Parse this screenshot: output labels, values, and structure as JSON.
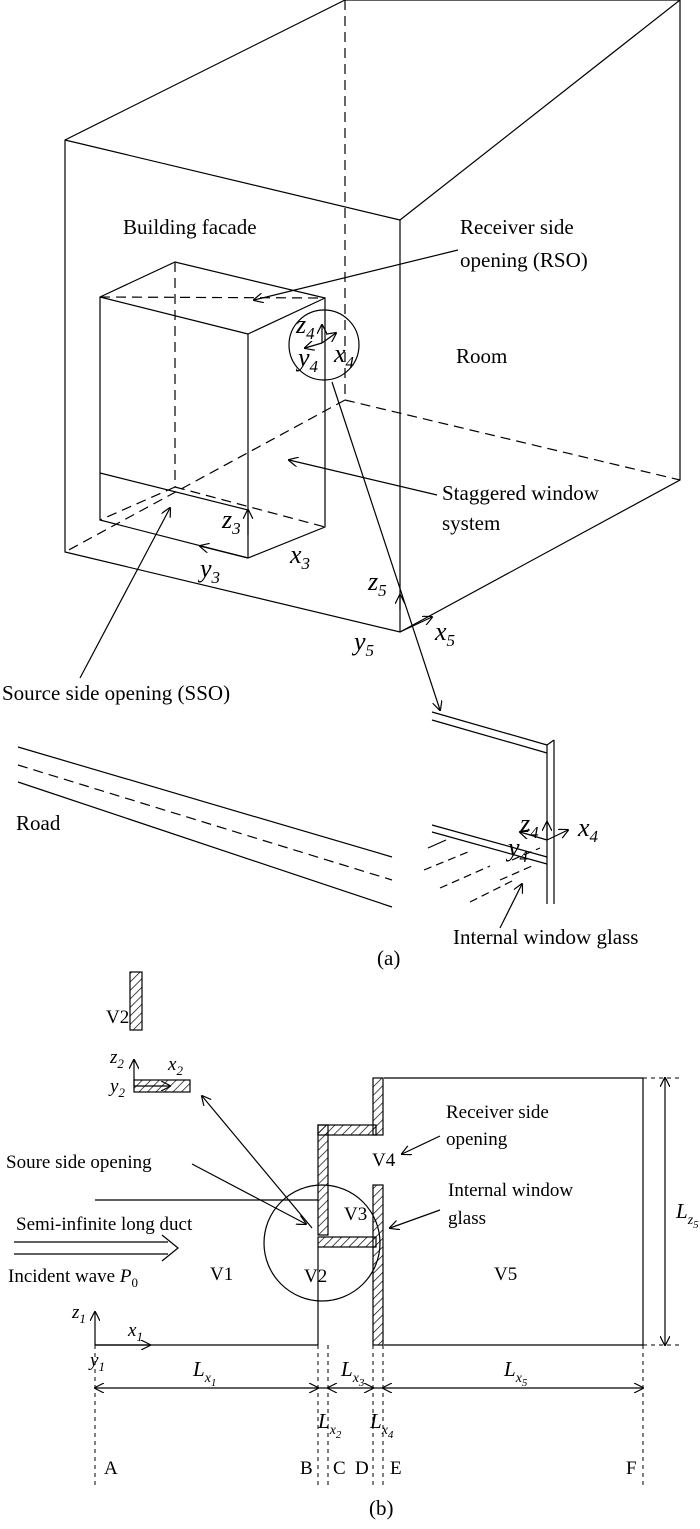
{
  "panel_a": {
    "building_facade": "Building facade",
    "receiver_opening_line1": "Receiver side",
    "receiver_opening_line2": "opening (RSO)",
    "room": "Room",
    "staggered_line1": "Staggered window",
    "staggered_line2": "system",
    "source_opening": "Source side opening (SSO)",
    "road": "Road",
    "internal_glass": "Internal window glass",
    "caption": "(a)",
    "axes": {
      "z3": "z",
      "z3_sub": "3",
      "y3": "y",
      "y3_sub": "3",
      "x3": "x",
      "x3_sub": "3",
      "z4": "z",
      "z4_sub": "4",
      "x4": "x",
      "x4_sub": "4",
      "y4": "y",
      "y4_sub": "4",
      "z5": "z",
      "z5_sub": "5",
      "y5": "y",
      "y5_sub": "5",
      "x5": "x",
      "x5_sub": "5"
    }
  },
  "panel_b": {
    "v2_small": "V2",
    "z2": "z",
    "z2_sub": "2",
    "x2": "x",
    "x2_sub": "2",
    "y2": "y",
    "y2_sub": "2",
    "receiver_line1": "Receiver side",
    "receiver_line2": "opening",
    "source_opening": "Soure side opening",
    "internal_line1": "Internal window",
    "internal_line2": "glass",
    "duct": "Semi-infinite long duct",
    "incident": "Incident wave",
    "p0": "P",
    "p0_sub": "0",
    "v1": "V1",
    "v2": "V2",
    "v3": "V3",
    "v4": "V4",
    "v5": "V5",
    "z1": "z",
    "z1_sub": "1",
    "x1": "x",
    "x1_sub": "1",
    "y1": "y",
    "y1_sub": "1",
    "lx1": "L",
    "lx1_sub": "x",
    "lx1_subsub": "1",
    "lx2": "L",
    "lx2_sub": "x",
    "lx2_subsub": "2",
    "lx3": "L",
    "lx3_sub": "x",
    "lx3_subsub": "3",
    "lx4": "L",
    "lx4_sub": "x",
    "lx4_subsub": "4",
    "lx5": "L",
    "lx5_sub": "x",
    "lx5_subsub": "5",
    "lz5": "L",
    "lz5_sub": "z",
    "lz5_subsub": "5",
    "pos_a": "A",
    "pos_b": "B",
    "pos_c": "C",
    "pos_d": "D",
    "pos_e": "E",
    "pos_f": "F",
    "caption": "(b)"
  }
}
